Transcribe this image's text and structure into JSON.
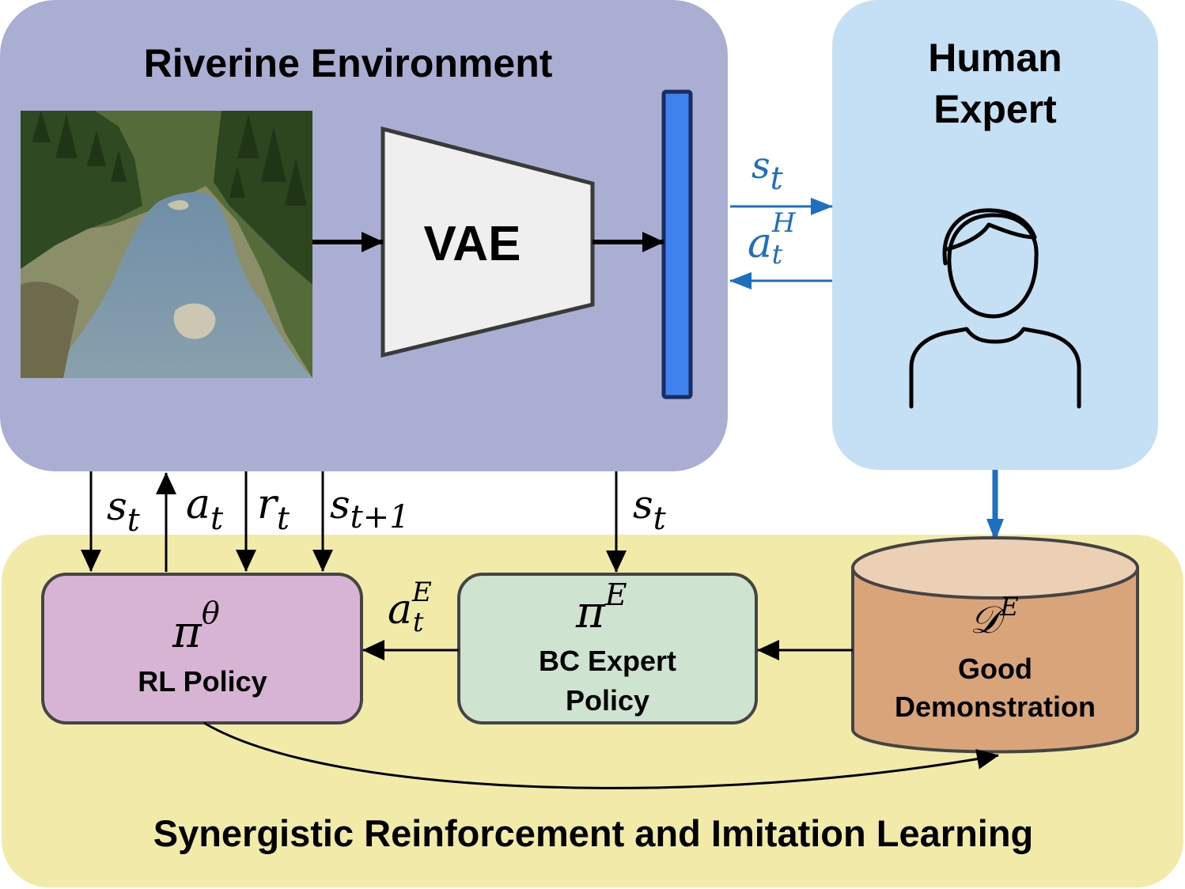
{
  "colors": {
    "env_panel": "#a9aed2",
    "expert_panel": "#c5dff4",
    "bottom_panel": "#f1eaa8",
    "rl_box": "#d8b4d4",
    "bc_box": "#cfe3d1",
    "db_body": "#d9a47a",
    "db_top": "#ecd0b5",
    "latent_bar": "#3f82f0",
    "blue_arrow": "#1f6fbf"
  },
  "environment": {
    "title": "Riverine Environment",
    "encoder_label": "VAE"
  },
  "expert": {
    "title_line1": "Human",
    "title_line2": "Expert",
    "icon": "person-outline-icon"
  },
  "arrows": {
    "state": "s",
    "state_sub": "t",
    "next_state_sub": "t+1",
    "action": "a",
    "action_sub": "t",
    "reward": "r",
    "reward_sub": "t",
    "human_action_sup": "H",
    "expert_action_sup": "E"
  },
  "rl_policy": {
    "symbol": "π",
    "sup": "θ",
    "label": "RL Policy"
  },
  "bc_policy": {
    "symbol": "π",
    "sup": "E",
    "label_line1": "BC Expert",
    "label_line2": "Policy"
  },
  "demonstrations": {
    "symbol": "𝒟",
    "sup": "E",
    "label_line1": "Good",
    "label_line2": "Demonstration"
  },
  "footer": {
    "title": "Synergistic Reinforcement and Imitation Learning"
  }
}
